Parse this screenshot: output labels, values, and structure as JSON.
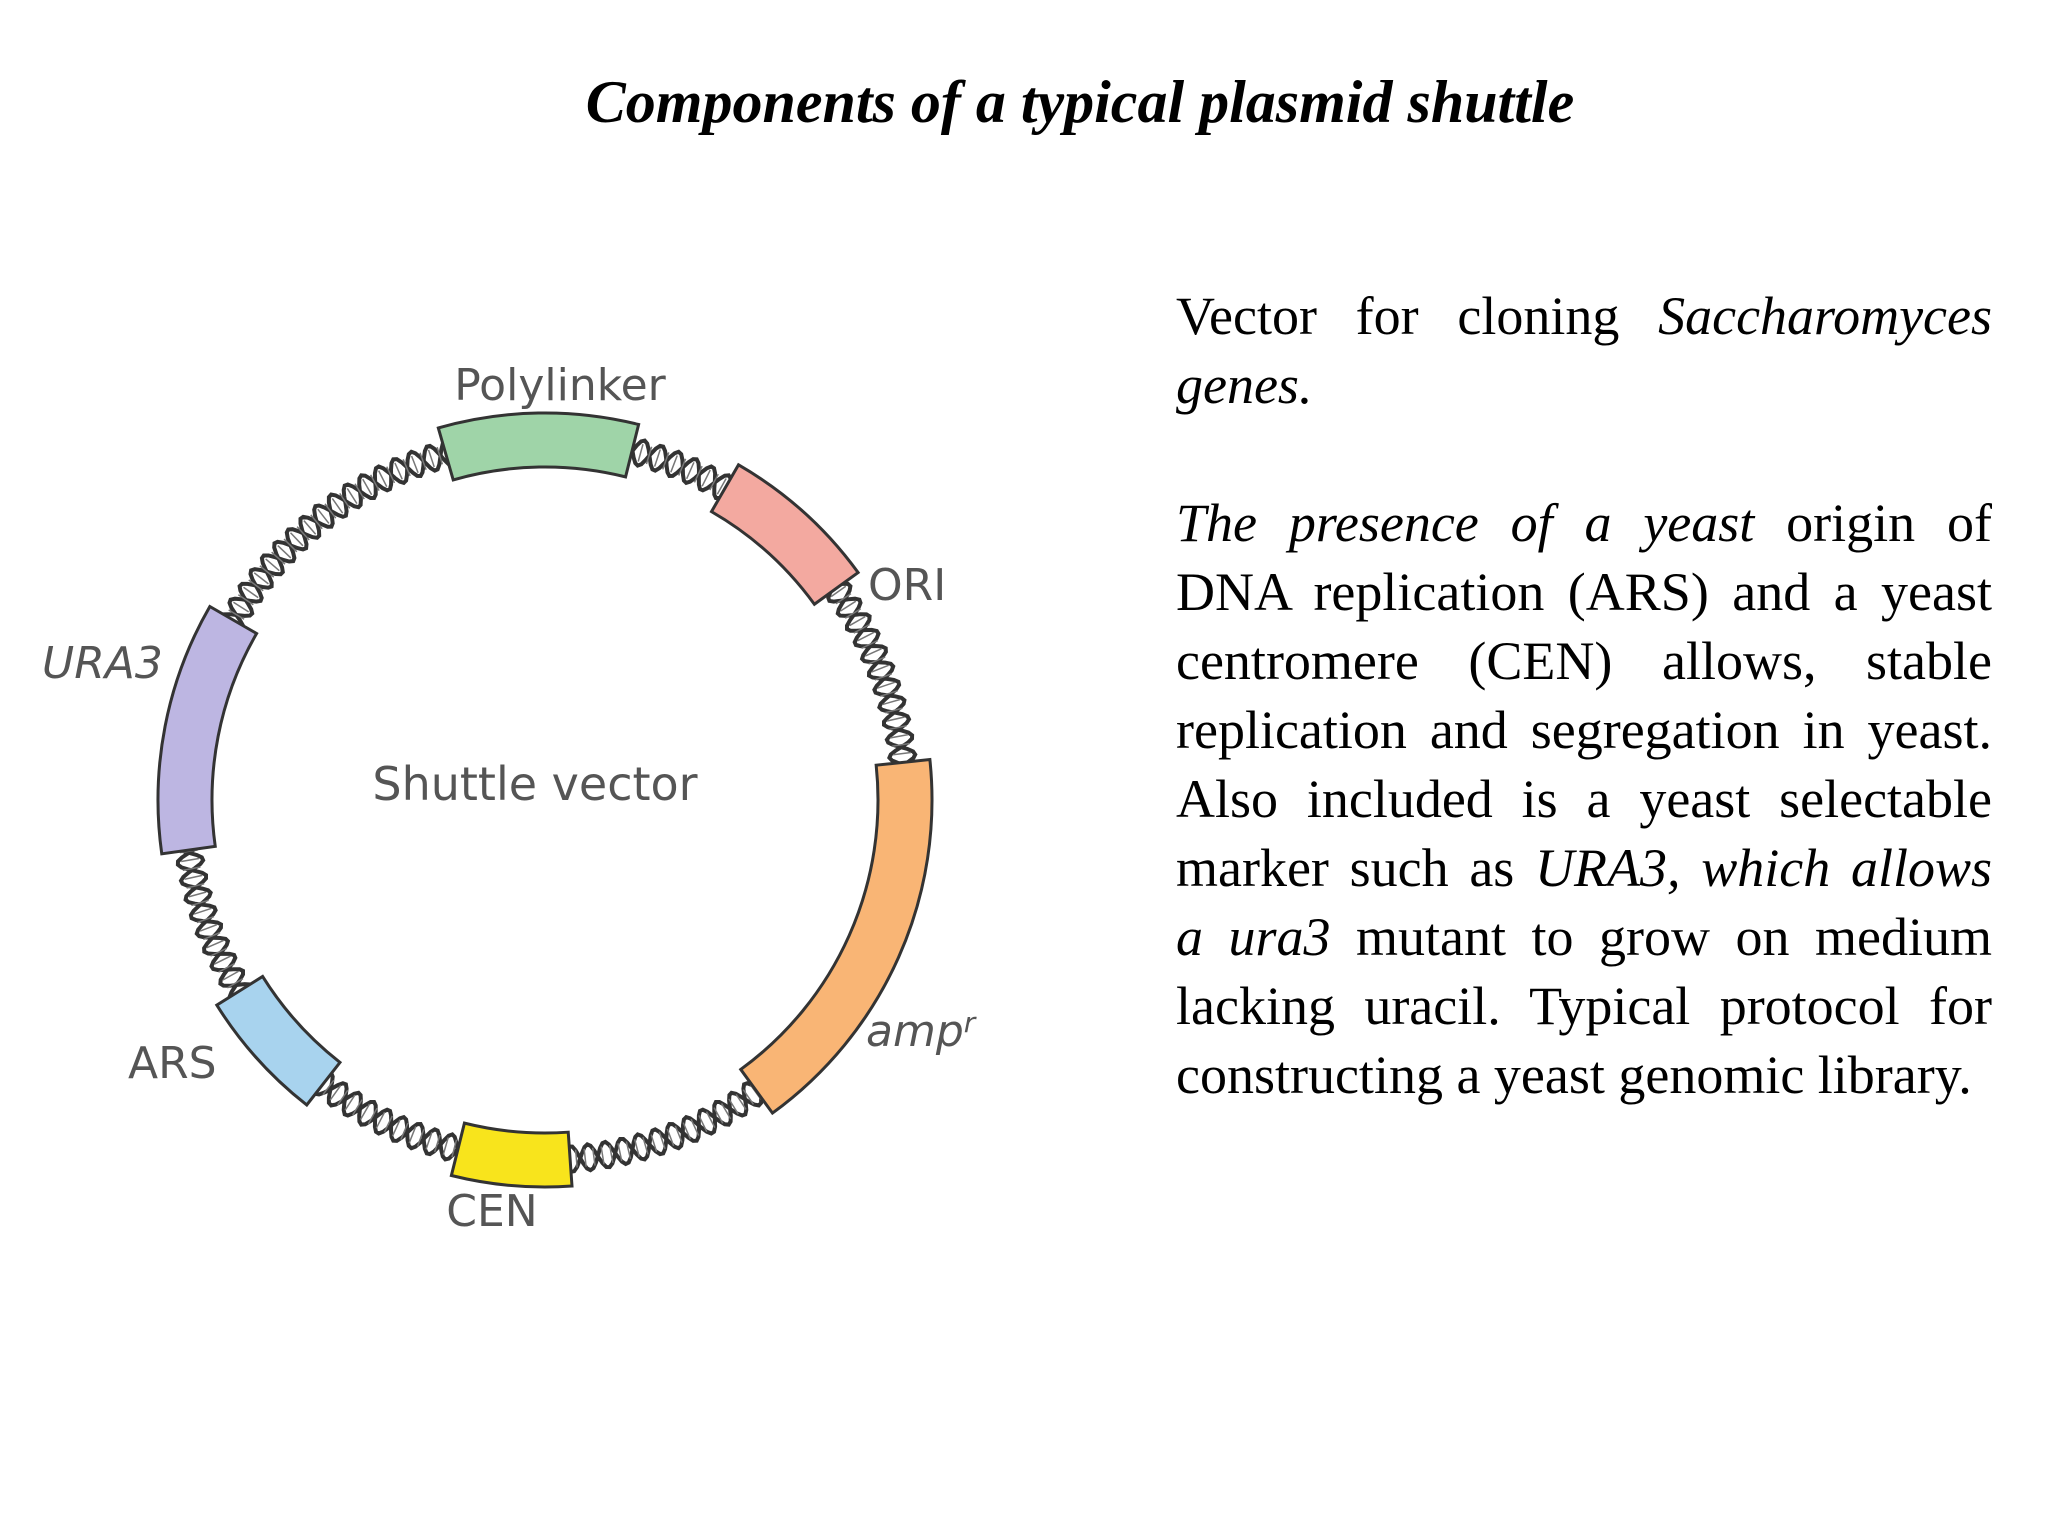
{
  "title": "Components of a typical plasmid shuttle",
  "diagram": {
    "center_label": "Shuttle vector",
    "segments": [
      {
        "id": "polylinker",
        "label": "Polylinker",
        "color": "#9fd4a8"
      },
      {
        "id": "ori",
        "label": "ORI",
        "color": "#f3a9a0"
      },
      {
        "id": "amp",
        "label": "amp",
        "label_sup": "r",
        "color": "#f9b575"
      },
      {
        "id": "cen",
        "label": "CEN",
        "color": "#f8e41c"
      },
      {
        "id": "ars",
        "label": "ARS",
        "color": "#a8d3ee"
      },
      {
        "id": "ura3",
        "label": "URA3",
        "color": "#bdb6e2"
      }
    ]
  },
  "text": {
    "p1_a": "Vector for cloning ",
    "p1_b": "Saccharomyces genes.",
    "p2_a": "The presence of a yeast",
    "p2_b": " origin of DNA replication (ARS) and a yeast centromere (CEN) allows, stable replication and segregation in yeast. Also included is a yeast selectable marker such as ",
    "p2_c": "URA3, which allows a ura3",
    "p2_d": " mutant to grow on medium lacking uracil. Typical protocol for constructing a yeast genomic library."
  }
}
